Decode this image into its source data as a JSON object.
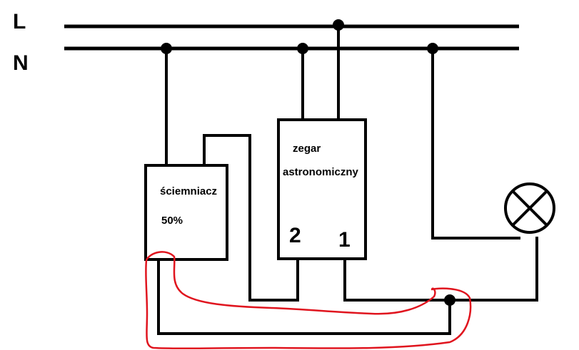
{
  "lines": {
    "l_label": "L",
    "n_label": "N"
  },
  "dimmer": {
    "name": "ściemniacz",
    "level": "50%"
  },
  "timer": {
    "name_line1": "zegar",
    "name_line2": "astronomiczny",
    "terminal_2": "2",
    "terminal_1": "1"
  },
  "colors": {
    "wire": "#000000",
    "annotation": "#e0141e",
    "background": "#ffffff"
  }
}
